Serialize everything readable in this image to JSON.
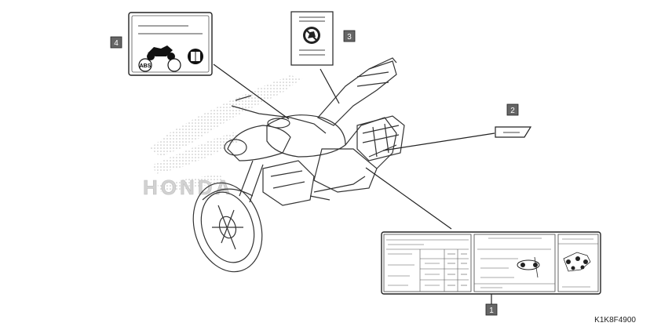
{
  "callouts": [
    {
      "number": "1",
      "part": "tire-chain-label"
    },
    {
      "number": "2",
      "part": "small-warning-label"
    },
    {
      "number": "3",
      "part": "no-passenger-label"
    },
    {
      "number": "4",
      "part": "abs-label"
    }
  ],
  "abs_badge": "ABS",
  "watermark": "HONDA",
  "figure_code": "K1K8F4900",
  "colors": {
    "line": "#222222",
    "badge": "#666666",
    "badge_text": "#ffffff",
    "watermark": "#c8c8c8"
  }
}
